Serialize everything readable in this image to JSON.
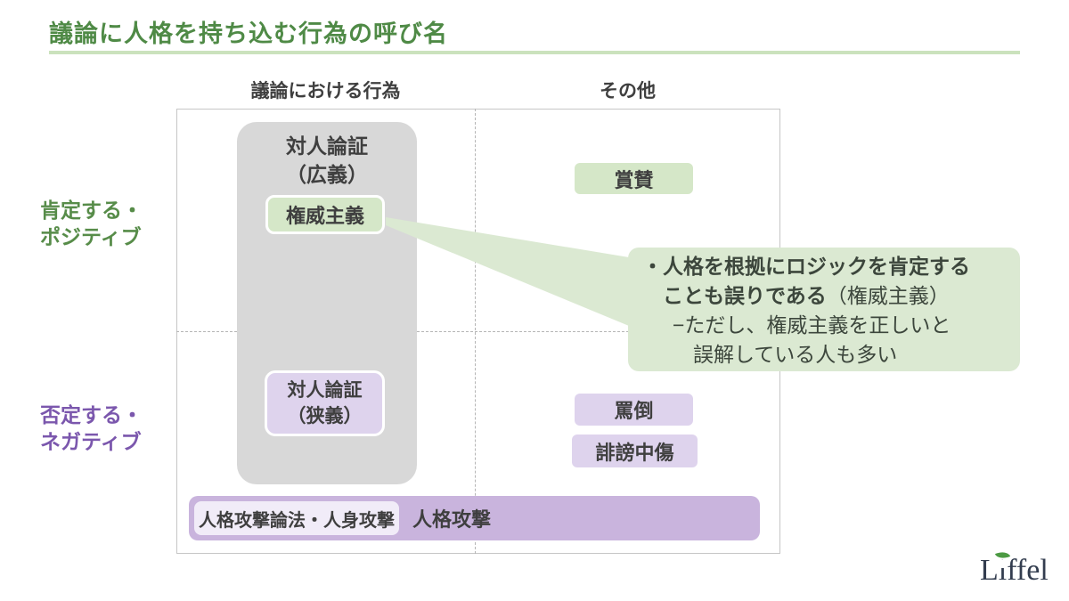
{
  "title": "議論に人格を持ち込む行為の呼び名",
  "columns": {
    "left": "議論における行為",
    "right": "その他"
  },
  "rows": {
    "positive": {
      "line1": "肯定する・",
      "line2": "ポジティブ"
    },
    "negative": {
      "line1": "否定する・",
      "line2": "ネガティブ"
    }
  },
  "group": {
    "title_line1": "対人論証",
    "title_line2": "（広義）"
  },
  "chips": {
    "authority": "権威主義",
    "narrow_line1": "対人論証",
    "narrow_line2": "（狭義）",
    "praise": "賞賛",
    "abuse": "罵倒",
    "slander": "誹謗中傷"
  },
  "bottom_bar": {
    "chip": "人格攻撃論法・人身攻撃",
    "label": "人格攻撃"
  },
  "callout": {
    "line1": "・人格を根拠にロジックを肯定する",
    "line2_bold": "ことも誤りである",
    "line2_normal": "（権威主義）",
    "line3": "−ただし、権威主義を正しいと",
    "line4": "誤解している人も多い"
  },
  "logo": {
    "text": "Liffel"
  },
  "colors": {
    "title_green": "#4f8a46",
    "underline_green": "#cbe2bd",
    "chip_green": "#d5e7c8",
    "callout_green": "#dbe9d2",
    "gray_group": "#d8d8d8",
    "chip_purple": "#ded3ed",
    "bar_purple": "#c9b4dd",
    "row_green_text": "#578c49",
    "row_purple_text": "#7b57ad",
    "dark_text": "#3f3f3f",
    "logo_navy": "#333d4f",
    "leaf_green": "#4c9a43"
  }
}
